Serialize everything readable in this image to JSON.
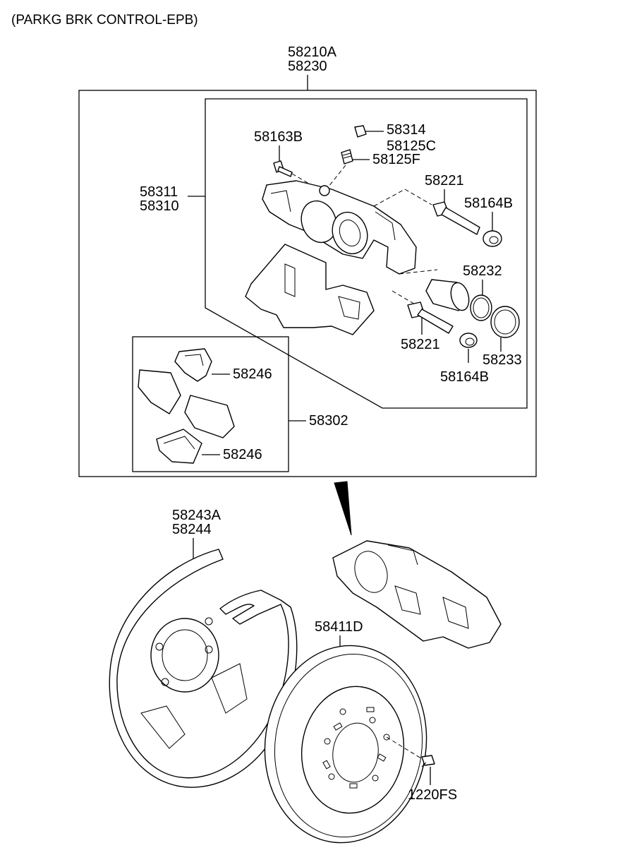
{
  "title": "(PARKG BRK CONTROL-EPB)",
  "labels": {
    "assy_a": "58210A",
    "assy_b": "58230",
    "bolt_guide": "58163B",
    "cap": "58314",
    "bleeder_cap": "58125C",
    "bleeder_screw": "58125F",
    "housing_a": "58311",
    "housing_b": "58310",
    "guide_pin_upper": "58221",
    "boot_upper": "58164B",
    "piston": "58232",
    "piston_seal": "58233",
    "guide_pin_lower": "58221",
    "boot_lower": "58164B",
    "pad_clip_upper": "58246",
    "pad_kit": "58302",
    "pad_clip_lower": "58246",
    "dust_cover_a": "58243A",
    "dust_cover_b": "58244",
    "disc": "58411D",
    "disc_screw": "1220FS"
  }
}
